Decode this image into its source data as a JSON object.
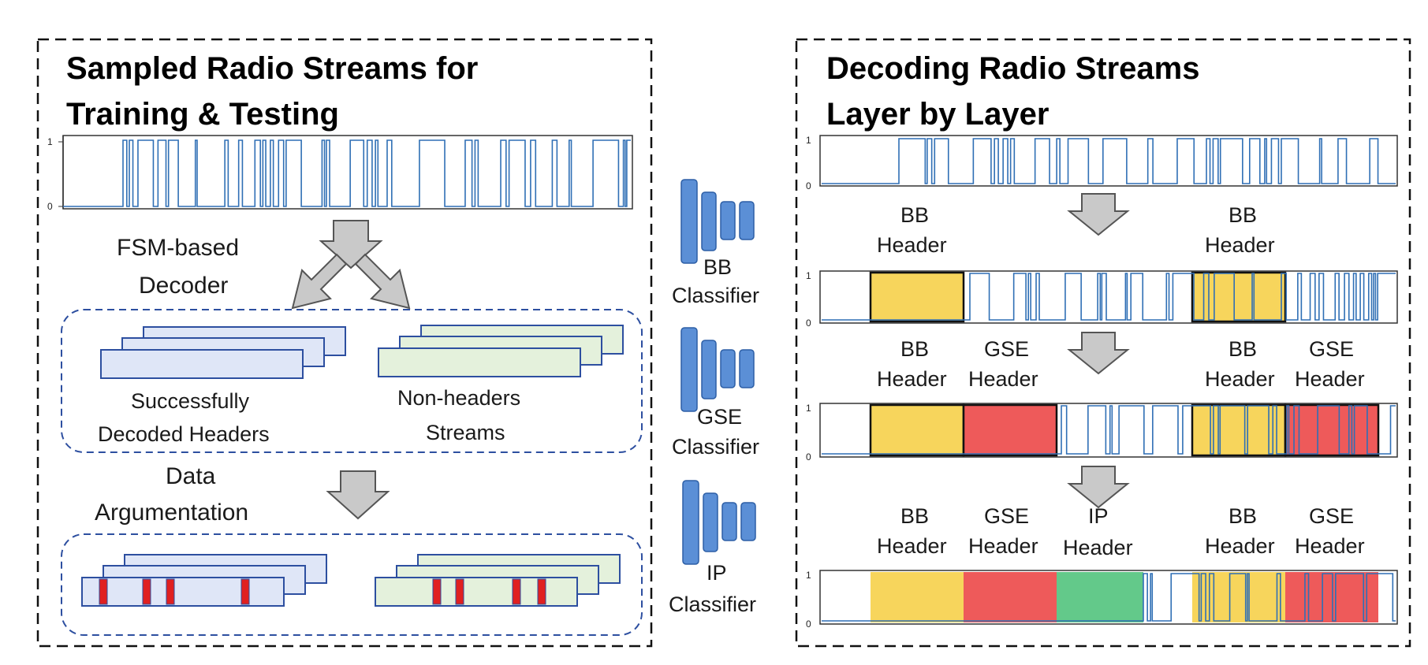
{
  "left_panel": {
    "title_line1": "Sampled Radio Streams for",
    "title_line2": "Training & Testing",
    "decoder_line1": "FSM-based",
    "decoder_line2": "Decoder",
    "headers_line1": "Successfully",
    "headers_line2": "Decoded Headers",
    "nonheaders_line1": "Non-headers",
    "nonheaders_line2": "Streams",
    "aug_line1": "Data",
    "aug_line2": "Argumentation"
  },
  "classifiers": [
    {
      "line1": "BB",
      "line2": "Classifier"
    },
    {
      "line1": "GSE",
      "line2": "Classifier"
    },
    {
      "line1": "IP",
      "line2": "Classifier"
    }
  ],
  "right_panel": {
    "title_line1": "Decoding Radio Streams",
    "title_line2": "Layer by Layer",
    "layer1_labels": [
      {
        "line1": "BB",
        "line2": "Header"
      },
      {
        "line1": "BB",
        "line2": "Header"
      }
    ],
    "layer2_labels": [
      {
        "line1": "BB",
        "line2": "Header"
      },
      {
        "line1": "GSE",
        "line2": "Header"
      },
      {
        "line1": "BB",
        "line2": "Header"
      },
      {
        "line1": "GSE",
        "line2": "Header"
      }
    ],
    "layer3_labels": [
      {
        "line1": "BB",
        "line2": "Header"
      },
      {
        "line1": "GSE",
        "line2": "Header"
      },
      {
        "line1": "IP",
        "line2": "Header"
      },
      {
        "line1": "BB",
        "line2": "Header"
      },
      {
        "line1": "GSE",
        "line2": "Header"
      }
    ]
  },
  "plot_ticks": {
    "high": "1",
    "low": "0"
  },
  "colors": {
    "signal": "#2f6fb5",
    "bb": "#f7d55c",
    "gse": "#ee5a5a",
    "ip": "#63c98a",
    "header_card": "#dfe6f7",
    "header_card_border": "#2d4fa0",
    "nonheader_card": "#e4f1dc",
    "nonheader_card_border": "#2d4fa0",
    "classifier_block": "#5b8fd6",
    "arrow": "#c9c9c9",
    "marker": "#e02020"
  }
}
